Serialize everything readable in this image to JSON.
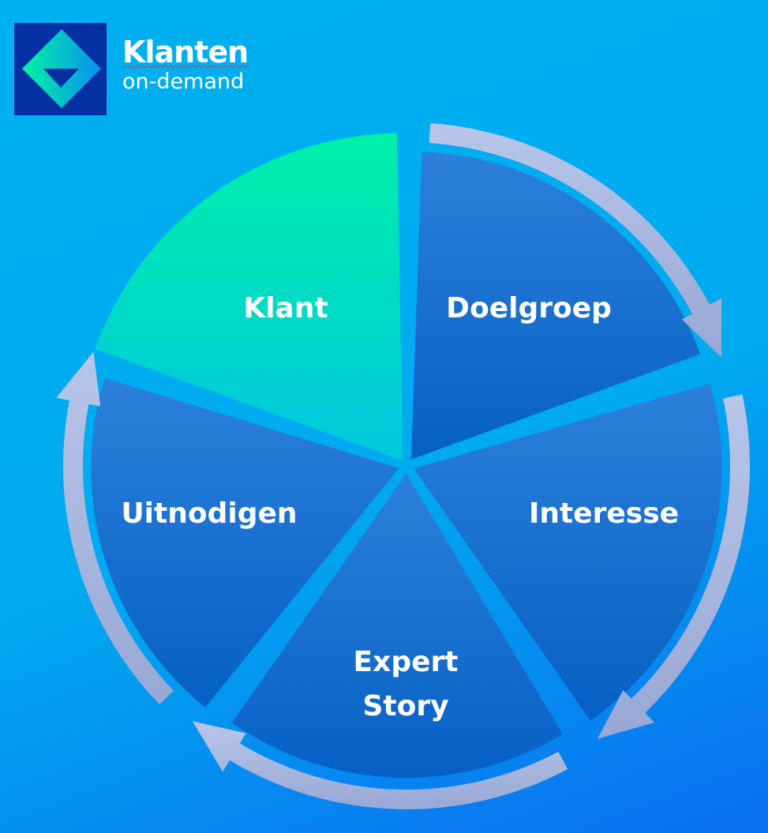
{
  "brand": {
    "title": "Klanten",
    "subtitle": "on-demand"
  },
  "segments": [
    {
      "label": "Klant",
      "color": "#00e0b8"
    },
    {
      "label": "Doelgroep",
      "color": "#1a6fd0"
    },
    {
      "label": "Interesse",
      "color": "#1a6fd0"
    },
    {
      "label_line1": "Expert",
      "label_line2": "Story",
      "color": "#1a6fd0"
    },
    {
      "label": "Uitnodigen",
      "color": "#1a6fd0"
    }
  ],
  "arrow_color": "#b0bfe4"
}
